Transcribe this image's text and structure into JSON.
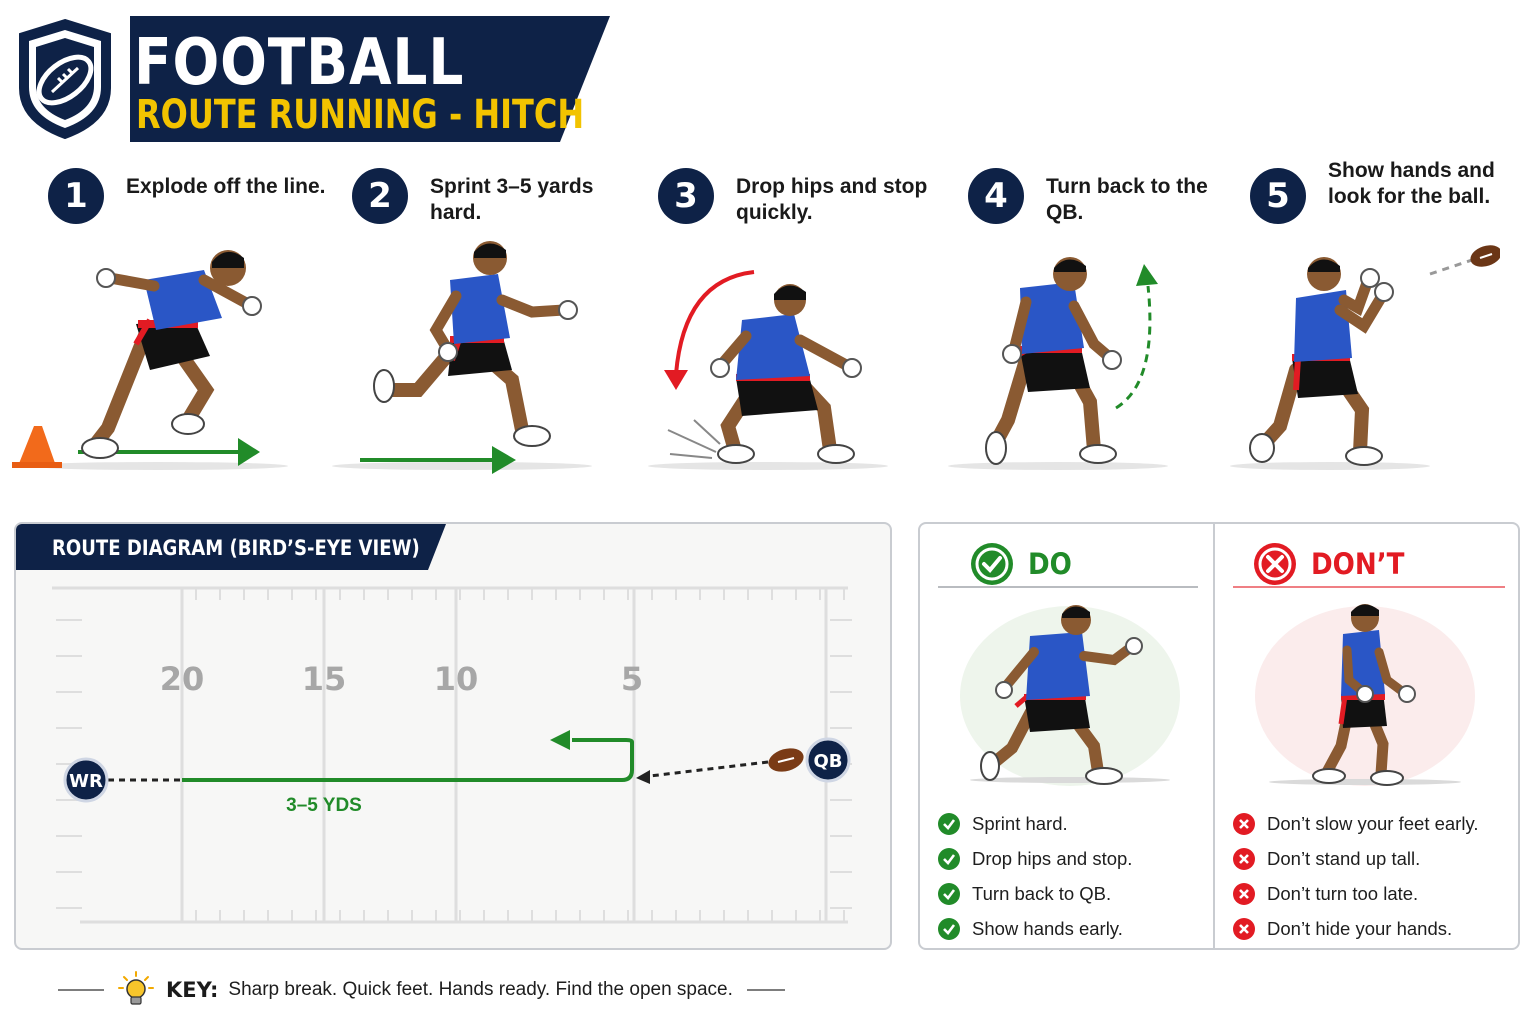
{
  "header": {
    "title": "FOOTBALL",
    "subtitle": "ROUTE RUNNING - HITCH",
    "logo_icon": "football-shield-icon"
  },
  "colors": {
    "navy": "#0e2247",
    "gold": "#f2c300",
    "jersey": "#2a56c6",
    "green": "#218b29",
    "red": "#e21b23"
  },
  "steps": [
    {
      "number": "1",
      "label": "Explode off the line."
    },
    {
      "number": "2",
      "label": "Sprint 3–5 yards hard."
    },
    {
      "number": "3",
      "label": "Drop hips and stop quickly."
    },
    {
      "number": "4",
      "label": "Turn back to the QB."
    },
    {
      "number": "5",
      "label": "Show hands and look for the ball."
    }
  ],
  "route_diagram": {
    "title": "ROUTE DIAGRAM (BIRD’S-EYE VIEW)",
    "yard_numbers": [
      "20",
      "15",
      "10",
      "5"
    ],
    "receiver_label": "WR",
    "quarterback_label": "QB",
    "distance_label": "3–5 YDS"
  },
  "do_column": {
    "heading": "DO",
    "items": [
      "Sprint hard.",
      "Drop hips and stop.",
      "Turn back to QB.",
      "Show hands early."
    ]
  },
  "dont_column": {
    "heading": "DON’T",
    "items": [
      "Don’t slow your feet early.",
      "Don’t stand up tall.",
      "Don’t turn too late.",
      "Don’t hide your hands."
    ]
  },
  "key": {
    "label": "KEY:",
    "text": "Sharp break. Quick feet. Hands ready. Find the open space.",
    "icon": "lightbulb-icon"
  }
}
